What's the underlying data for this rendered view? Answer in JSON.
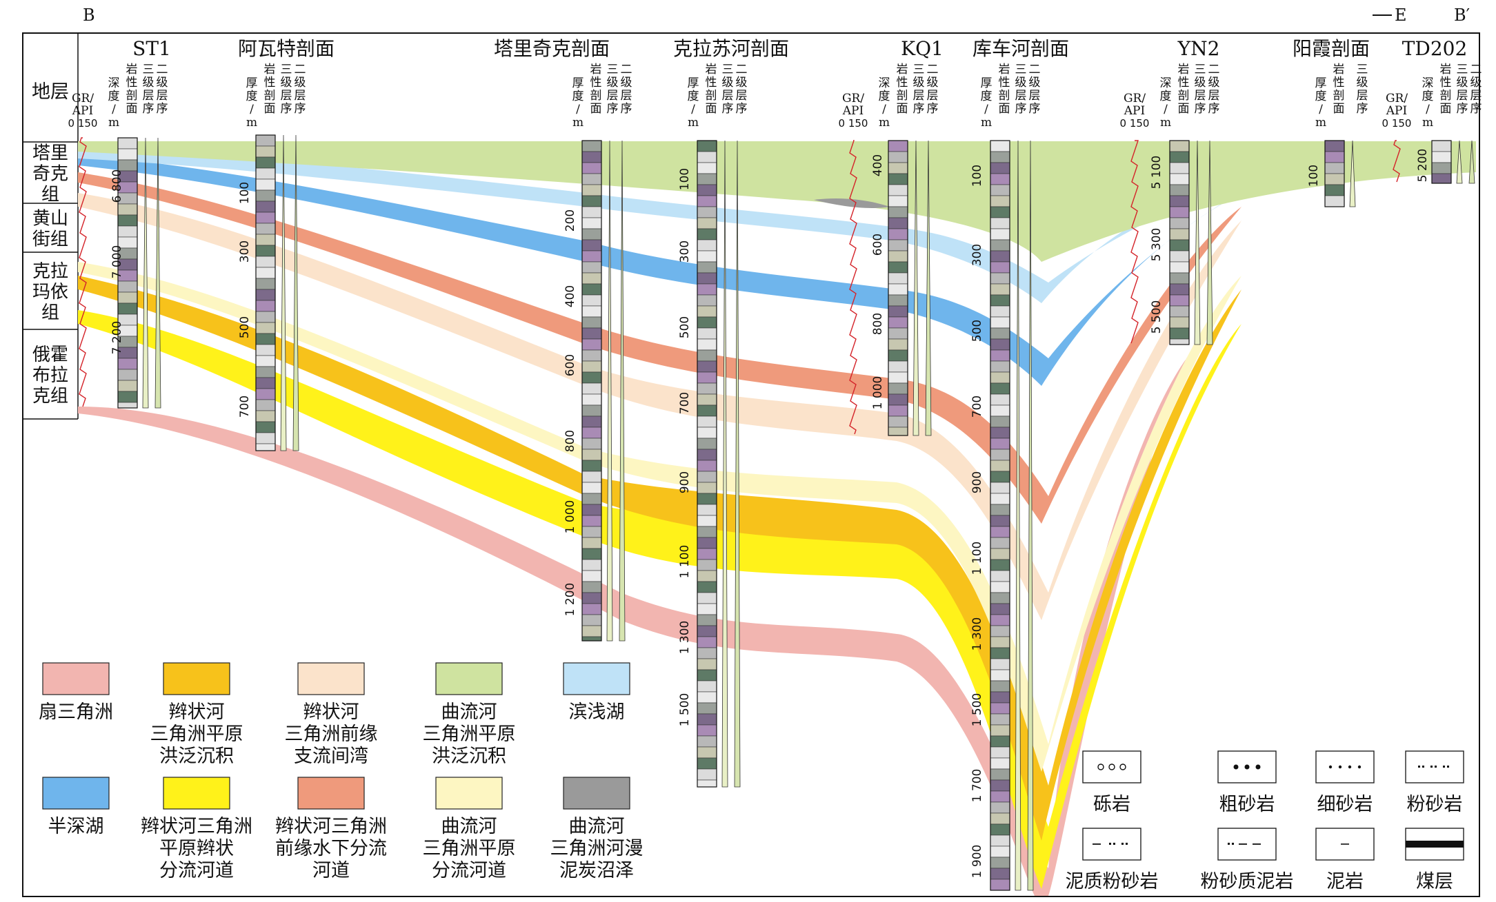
{
  "section": {
    "left_end": "B",
    "right_end": "B′",
    "direction": "E"
  },
  "strata_header": "地层",
  "formations": [
    "塔里奇克组",
    "黄山街组",
    "克拉玛依组",
    "俄霍布拉克组"
  ],
  "columns": [
    {
      "name": "ST1",
      "kind": "well",
      "depth_ticks": [
        "6 800",
        "7 000",
        "7 200"
      ]
    },
    {
      "name": "阿瓦特剖面",
      "kind": "outcrop",
      "depth_ticks": [
        "100",
        "300",
        "500",
        "700"
      ]
    },
    {
      "name": "塔里奇克剖面",
      "kind": "outcrop",
      "depth_ticks": [
        "200",
        "400",
        "600",
        "800",
        "1 000",
        "1 200"
      ]
    },
    {
      "name": "克拉苏河剖面",
      "kind": "outcrop",
      "depth_ticks": [
        "100",
        "300",
        "500",
        "700",
        "900",
        "1 100",
        "1 300",
        "1 500"
      ]
    },
    {
      "name": "KQ1",
      "kind": "well",
      "depth_ticks": [
        "400",
        "600",
        "800",
        "1 000"
      ]
    },
    {
      "name": "库车河剖面",
      "kind": "outcrop",
      "depth_ticks": [
        "100",
        "300",
        "500",
        "700",
        "900",
        "1 100",
        "1 300",
        "1 500",
        "1 700",
        "1 900"
      ]
    },
    {
      "name": "YN2",
      "kind": "well",
      "depth_ticks": [
        "5 100",
        "5 300",
        "5 500"
      ]
    },
    {
      "name": "阳霞剖面",
      "kind": "outcrop",
      "depth_ticks": [
        "100"
      ]
    },
    {
      "name": "TD202",
      "kind": "well",
      "depth_ticks": [
        "5 200"
      ]
    }
  ],
  "column_headers": {
    "gr": "GR/",
    "api": "API",
    "scale": "0  150",
    "depth": [
      "深",
      "度",
      "/",
      "m"
    ],
    "thickness": [
      "厚",
      "度",
      "/",
      "m"
    ],
    "lithology": [
      "岩",
      "性",
      "剖",
      "面"
    ],
    "third_order": [
      "三",
      "级",
      "层",
      "序"
    ],
    "second_order": [
      "二",
      "级",
      "层",
      "序"
    ],
    "third_order_only": [
      "三",
      "级",
      "层",
      "序"
    ]
  },
  "facies_legend": [
    {
      "label": [
        "扇三角洲"
      ],
      "color": "#f2b5b0"
    },
    {
      "label": [
        "辫状河",
        "三角洲平原",
        "洪泛沉积"
      ],
      "color": "#f7c21b"
    },
    {
      "label": [
        "辫状河",
        "三角洲前缘",
        "支流间湾"
      ],
      "color": "#fbe3cb"
    },
    {
      "label": [
        "曲流河",
        "三角洲平原",
        "洪泛沉积"
      ],
      "color": "#cfe3a0"
    },
    {
      "label": [
        "滨浅湖"
      ],
      "color": "#bfe2f7"
    },
    {
      "label": [
        "半深湖"
      ],
      "color": "#6fb5ec"
    },
    {
      "label": [
        "辫状河三角洲",
        "平原辫状",
        "分流河道"
      ],
      "color": "#fff21a"
    },
    {
      "label": [
        "辫状河三角洲",
        "前缘水下分流",
        "河道"
      ],
      "color": "#ef9a7c"
    },
    {
      "label": [
        "曲流河",
        "三角洲平原",
        "分流河道"
      ],
      "color": "#fdf6c2"
    },
    {
      "label": [
        "曲流河",
        "三角洲河漫",
        "泥炭沼泽"
      ],
      "color": "#9a9a9a"
    }
  ],
  "lithology_legend": [
    {
      "label": "砾岩",
      "pattern": "gravel"
    },
    {
      "label": "粗砂岩",
      "pattern": "coarse"
    },
    {
      "label": "细砂岩",
      "pattern": "fine"
    },
    {
      "label": "粉砂岩",
      "pattern": "silt"
    },
    {
      "label": "泥质粉砂岩",
      "pattern": "muddysilt"
    },
    {
      "label": "粉砂质泥岩",
      "pattern": "siltymud"
    },
    {
      "label": "泥岩",
      "pattern": "mud"
    },
    {
      "label": "煤层",
      "pattern": "coal"
    }
  ]
}
